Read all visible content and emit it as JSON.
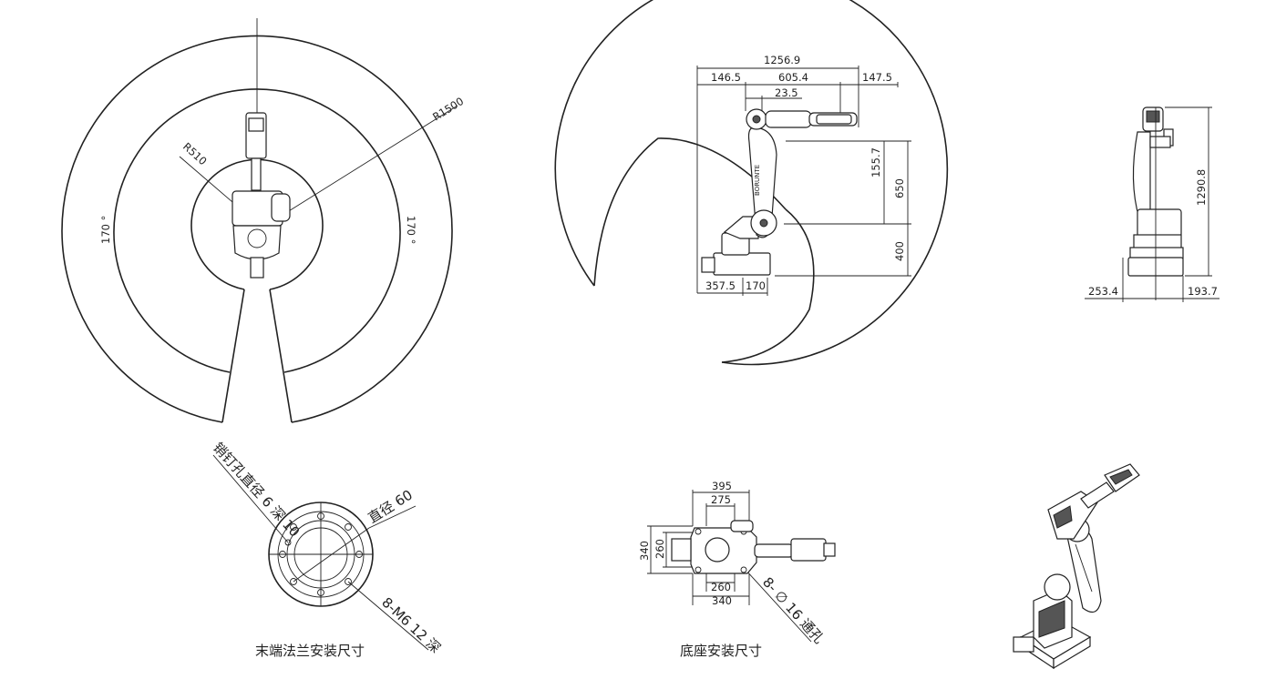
{
  "top_view": {
    "r_outer": "R1500",
    "r_inner": "R510",
    "angle_left": "170 °",
    "angle_right": "170 °"
  },
  "side_view": {
    "dim_total_width": "1256.9",
    "dim_left": "146.5",
    "dim_mid": "605.4",
    "dim_right": "147.5",
    "dim_offset": "23.5",
    "dim_v1": "155.7",
    "dim_v2": "650",
    "dim_v3": "400",
    "dim_base_left": "357.5",
    "dim_base_right": "170",
    "arm_text": "BORUNTE"
  },
  "front_view": {
    "dim_height": "1290.8",
    "dim_left": "253.4",
    "dim_right": "193.7"
  },
  "flange": {
    "pin_hole": "销钉孔直径 6 深 10",
    "diameter": "直径 60",
    "bolts": "8-M6 12 深",
    "caption": "末端法兰安装尺寸"
  },
  "base": {
    "w_outer_top": "395",
    "w_inner_top": "275",
    "h_outer": "340",
    "h_inner": "260",
    "w_inner_bottom": "260",
    "w_outer_bottom": "340",
    "holes": "8- ∅ 16 通孔",
    "caption": "底座安装尺寸"
  }
}
